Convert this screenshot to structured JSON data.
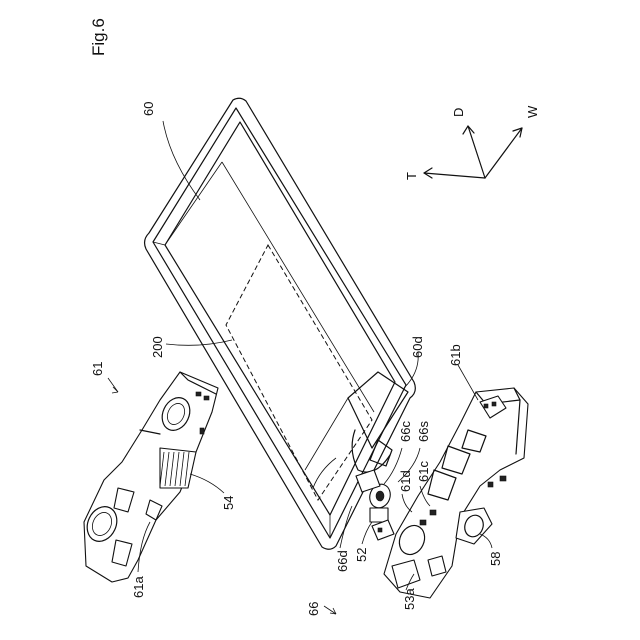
{
  "figure_label": "Fig.6",
  "labels": {
    "tray": "60",
    "region": "200",
    "connector_assembly": "61",
    "tray_notch": "60d",
    "part_61b": "61b",
    "part_66c": "66c",
    "part_66s": "66s",
    "part_61c": "61c",
    "part_61d": "61d",
    "part_54": "54",
    "part_61a": "61a",
    "part_66d": "66d",
    "part_52": "52",
    "part_58": "58",
    "part_66": "66",
    "part_53a": "53a"
  },
  "axes": {
    "d": "D",
    "w": "W",
    "t": "T"
  }
}
